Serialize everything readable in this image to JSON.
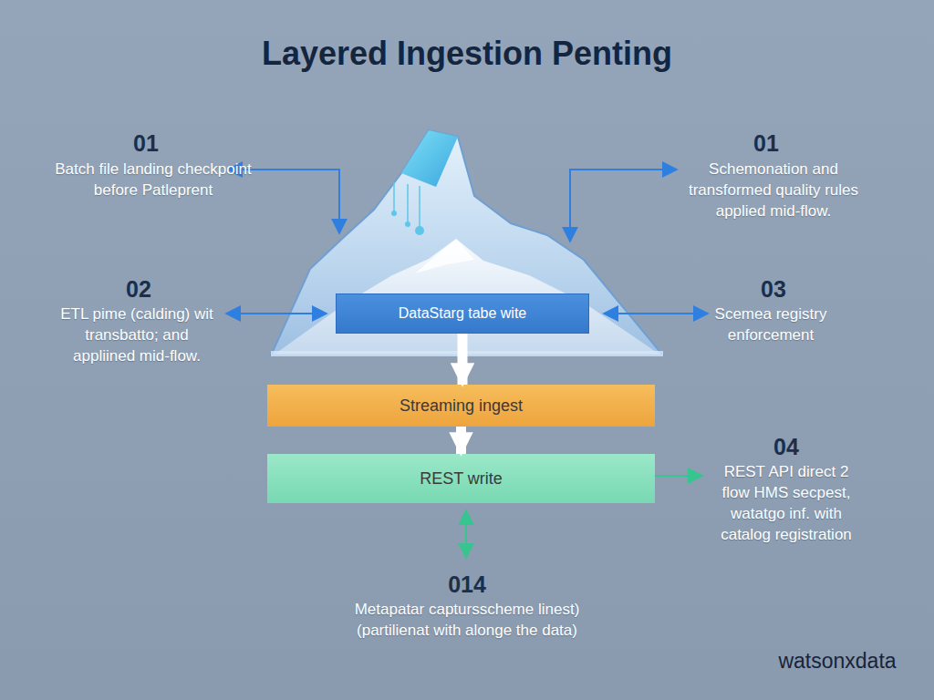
{
  "diagram": {
    "title": "Layered Ingestion Penting",
    "nodes": [
      {
        "text": [
          "DataStarg tabe wite"
        ]
      },
      {
        "text": [
          "Streaming ingest"
        ]
      },
      {
        "text": [
          "REST write"
        ]
      }
    ],
    "edges": [
      {
        "from": 0,
        "to": 1,
        "arrow": "to"
      },
      {
        "from": 1,
        "to": 2,
        "arrow": "to"
      }
    ],
    "labels": [
      "01",
      "Batch file landing checkpoint before Patleprent",
      "01",
      "Schemonation and transformed quality rules applied mid-flow.",
      "02",
      "ETL pime (calding) wit transbatto; and appliined mid-flow.",
      "03",
      "Scemea registry enforcement",
      "04",
      "REST API direct 2 flow HMS secpest, watatgo inf. with catalog registration",
      "014",
      "Metapatar captursscheme linest) (partilienat with alonge the data)",
      "watsonxdata"
    ]
  }
}
